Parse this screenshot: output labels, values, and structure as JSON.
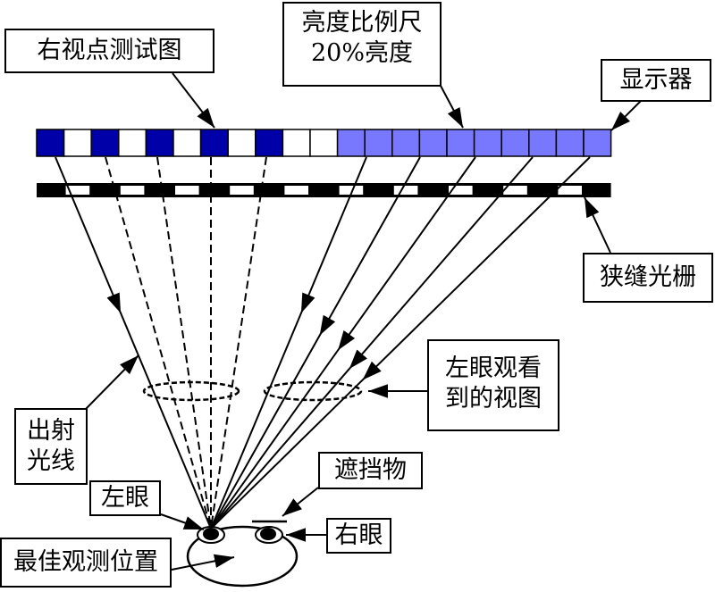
{
  "colors": {
    "dark_blue": "#0000A8",
    "light_blue": "#7878FF",
    "white": "#FFFFFF",
    "black": "#000000"
  },
  "display": {
    "cells": [
      "dark",
      "white",
      "dark",
      "white",
      "dark",
      "white",
      "dark",
      "white",
      "dark",
      "white",
      "white",
      "light",
      "light",
      "light",
      "light",
      "light",
      "light",
      "light",
      "light",
      "light",
      "light"
    ]
  },
  "grating": {
    "slits": [
      "black",
      "white",
      "black",
      "white",
      "black",
      "white",
      "black",
      "white",
      "black",
      "white",
      "black",
      "white",
      "black",
      "white",
      "black",
      "white",
      "black",
      "white",
      "black",
      "white",
      "black"
    ]
  },
  "labels": {
    "right_view_test": "右视点测试图",
    "brightness_scale_line1": "亮度比例尺",
    "brightness_scale_line2": "20%亮度",
    "display": "显示器",
    "slit_grating": "狭缝光栅",
    "left_eye_view_line1": "左眼观看",
    "left_eye_view_line2": "到的视图",
    "emitted_rays_line1": "出射",
    "emitted_rays_line2": "光线",
    "occluder": "遮挡物",
    "left_eye": "左眼",
    "right_eye": "右眼",
    "best_position": "最佳观测位置"
  }
}
